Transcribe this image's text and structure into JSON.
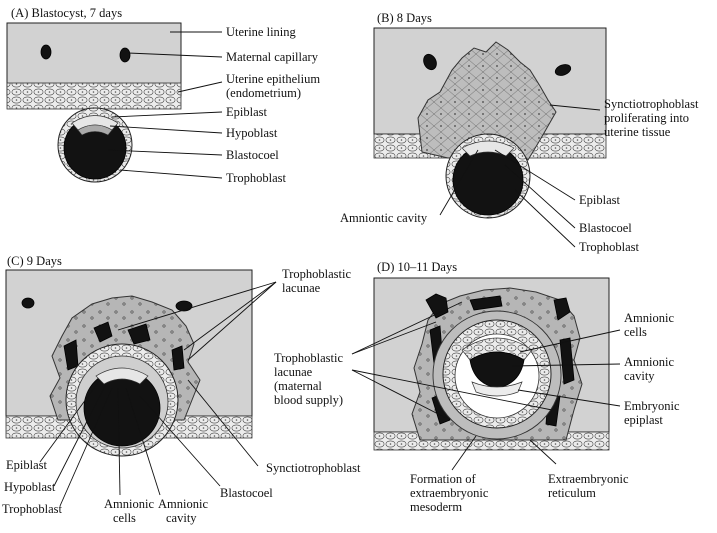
{
  "colors": {
    "tissue": "#d2d2d2",
    "dark": "#121212",
    "epithelium": "#e9e9e9",
    "syncytio": "#b9b9b9"
  },
  "panels": {
    "a": {
      "title": "(A)  Blastocyst, 7 days",
      "labels": {
        "uterine_lining": "Uterine lining",
        "maternal_capillary": "Maternal capillary",
        "uterine_epithelium_1": "Uterine epithelium",
        "uterine_epithelium_2": "(endometrium)",
        "epiblast": "Epiblast",
        "hypoblast": "Hypoblast",
        "blastocoel": "Blastocoel",
        "trophoblast": "Trophoblast"
      }
    },
    "b": {
      "title": "(B)  8 Days",
      "labels": {
        "syncytio_1": "Synctiotrophoblast",
        "syncytio_2": "proliferating into",
        "syncytio_3": "uterine tissue",
        "epiblast": "Epiblast",
        "amniotic_cavity": "Amniontic cavity",
        "blastocoel": "Blastocoel",
        "trophoblast": "Trophoblast"
      }
    },
    "c": {
      "title": "(C)  9 Days",
      "labels": {
        "lacunae_1": "Trophoblastic",
        "lacunae_2": "lacunae",
        "epiblast": "Epiblast",
        "hypoblast": "Hypoblast",
        "trophoblast": "Trophoblast",
        "amnionic_cells_1": "Amnionic",
        "amnionic_cells_2": "cells",
        "amnionic_cavity_1": "Amnionic",
        "amnionic_cavity_2": "cavity",
        "blastocoel": "Blastocoel",
        "syncytio": "Synctiotrophoblast"
      }
    },
    "d": {
      "title": "(D)  10–11 Days",
      "labels": {
        "lacunae_1": "Trophoblastic",
        "lacunae_2": "lacunae",
        "lacunae_3": "(maternal",
        "lacunae_4": "blood supply)",
        "amnionic_cells_1": "Amnionic",
        "amnionic_cells_2": "cells",
        "amnionic_cavity_1": "Amnionic",
        "amnionic_cavity_2": "cavity",
        "embryonic_epiblast_1": "Embryonic",
        "embryonic_epiblast_2": "epiplast",
        "formation_1": "Formation of",
        "formation_2": "extraembryonic",
        "formation_3": "mesoderm",
        "reticulum_1": "Extraembryonic",
        "reticulum_2": "reticulum"
      }
    }
  }
}
